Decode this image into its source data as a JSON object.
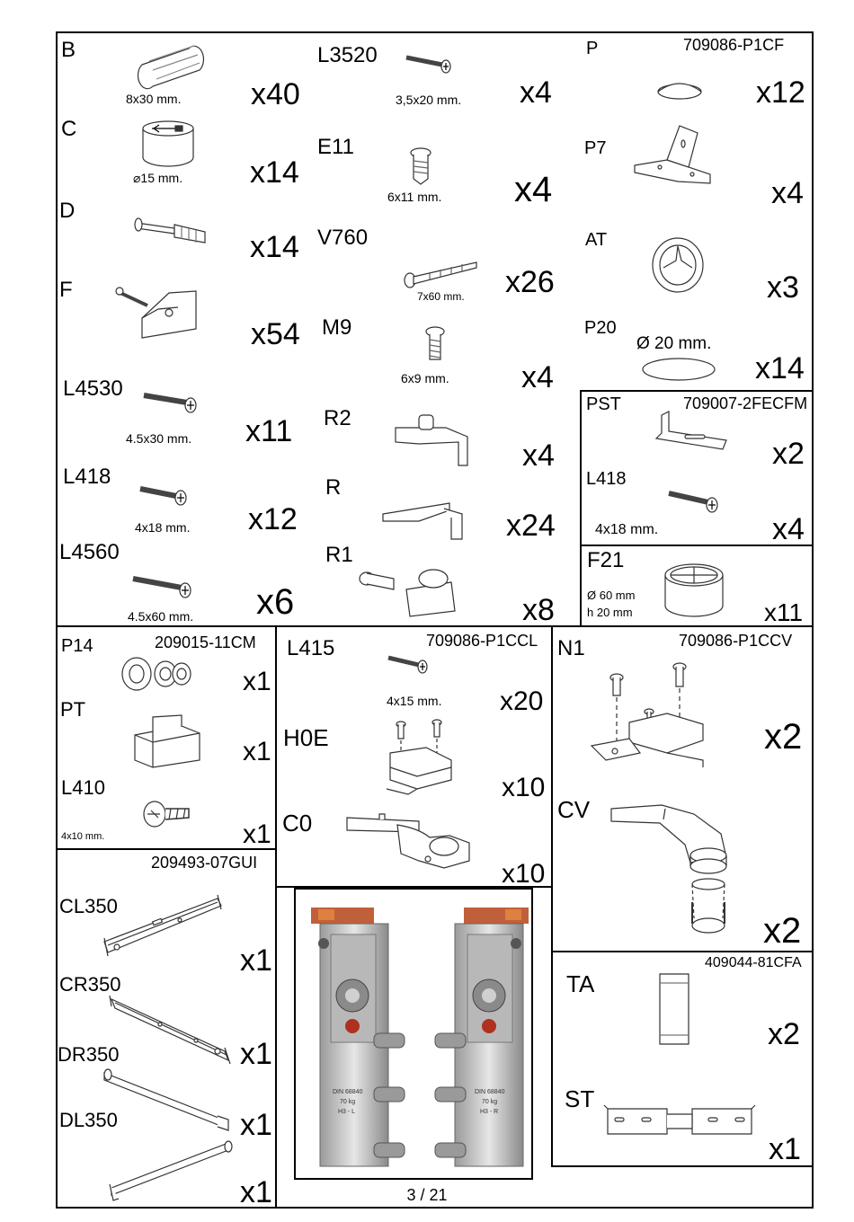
{
  "top_left": {
    "B": {
      "code": "B",
      "size": "8x30 mm.",
      "qty": "x40"
    },
    "C": {
      "code": "C",
      "size": "⌀15 mm.",
      "qty": "x14"
    },
    "D": {
      "code": "D",
      "qty": "x14"
    },
    "F": {
      "code": "F",
      "qty": "x54"
    },
    "L4530": {
      "code": "L4530",
      "size": "4.5x30 mm.",
      "qty": "x11"
    },
    "L418": {
      "code": "L418",
      "size": "4x18 mm.",
      "qty": "x12"
    },
    "L4560": {
      "code": "L4560",
      "size": "4.5x60 mm.",
      "qty": "x6"
    }
  },
  "top_mid": {
    "L3520": {
      "code": "L3520",
      "size": "3,5x20 mm.",
      "qty": "x4"
    },
    "E11": {
      "code": "E11",
      "size": "6x11 mm.",
      "qty": "x4"
    },
    "V760": {
      "code": "V760",
      "size": "7x60 mm.",
      "qty": "x26"
    },
    "M9": {
      "code": "M9",
      "size": "6x9 mm.",
      "qty": "x4"
    },
    "R2": {
      "code": "R2",
      "qty": "x4"
    },
    "R": {
      "code": "R",
      "qty": "x24"
    },
    "R1": {
      "code": "R1",
      "qty": "x8"
    }
  },
  "top_right": {
    "ref": "709086-P1CF",
    "P": {
      "code": "P",
      "qty": "x12"
    },
    "P7": {
      "code": "P7",
      "qty": "x4"
    },
    "AT": {
      "code": "AT",
      "qty": "x3"
    },
    "P20": {
      "code": "P20",
      "size": "Ø 20 mm.",
      "qty": "x14"
    }
  },
  "pst_box": {
    "ref": "709007-2FECFM",
    "PST": {
      "code": "PST",
      "qty": "x2"
    },
    "L418": {
      "code": "L418",
      "size": "4x18 mm.",
      "qty": "x4"
    }
  },
  "f21_box": {
    "code": "F21",
    "size1": "Ø 60 mm",
    "size2": "h 20 mm",
    "qty": "x11"
  },
  "p14_box": {
    "ref": "209015-11CM",
    "P14": {
      "code": "P14",
      "qty": "x1"
    },
    "PT": {
      "code": "PT",
      "qty": "x1"
    },
    "L410": {
      "code": "L410",
      "size": "4x10 mm.",
      "qty": "x1"
    }
  },
  "l415_box": {
    "ref": "709086-P1CCL",
    "L415": {
      "code": "L415",
      "size": "4x15 mm.",
      "qty": "x20"
    },
    "H0E": {
      "code": "H0E",
      "qty": "x10"
    },
    "C0": {
      "code": "C0",
      "qty": "x10"
    }
  },
  "n1_box": {
    "ref": "709086-P1CCV",
    "N1": {
      "code": "N1",
      "qty": "x2"
    },
    "CV": {
      "code": "CV",
      "qty": "x2"
    }
  },
  "slides_box": {
    "ref": "209493-07GUI",
    "CL350": {
      "code": "CL350",
      "qty": "x1"
    },
    "CR350": {
      "code": "CR350",
      "qty": "x1"
    },
    "DR350": {
      "code": "DR350",
      "qty": "x1"
    },
    "DL350": {
      "code": "DL350",
      "qty": "x1"
    }
  },
  "hinge_photo": {
    "left": {
      "line1": "DIN 68840",
      "line2": "70 kg",
      "line3": "H3 - L"
    },
    "right": {
      "line1": "DIN 68840",
      "line2": "70 kg",
      "line3": "H3 - R"
    }
  },
  "ta_box": {
    "ref": "409044-81CFA",
    "TA": {
      "code": "TA",
      "qty": "x2"
    },
    "ST": {
      "code": "ST",
      "qty": "x1"
    }
  },
  "page": {
    "number": "3 / 21"
  }
}
